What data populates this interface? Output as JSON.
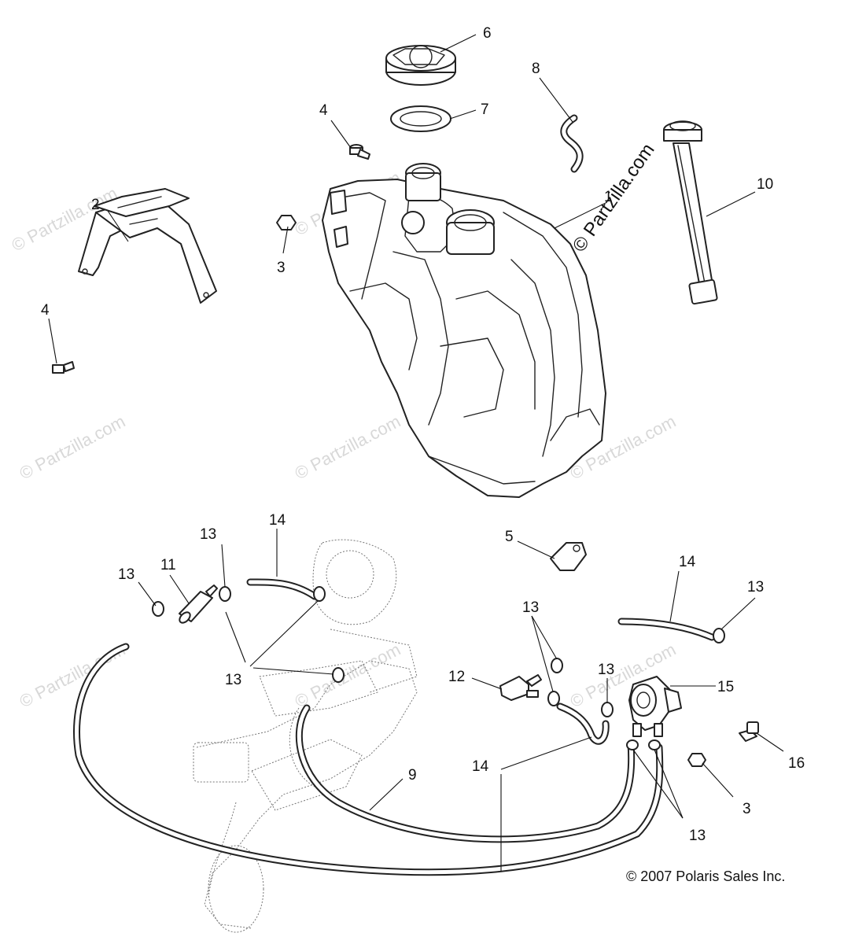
{
  "diagram": {
    "callouts": {
      "c1": "1",
      "c2": "2",
      "c3a": "3",
      "c3b": "3",
      "c4a": "4",
      "c4b": "4",
      "c5": "5",
      "c6": "6",
      "c7": "7",
      "c8": "8",
      "c9": "9",
      "c10": "10",
      "c11": "11",
      "c12": "12",
      "c13a": "13",
      "c13b": "13",
      "c13c": "13",
      "c13d": "13",
      "c13e": "13",
      "c13f": "13",
      "c13g": "13",
      "c14a": "14",
      "c14b": "14",
      "c14c": "14",
      "c15": "15",
      "c16": "16"
    },
    "watermark": {
      "text": "© Partzilla.com",
      "prominent": "© Partzilla.com"
    },
    "copyright": "© 2007  Polaris Sales Inc."
  }
}
